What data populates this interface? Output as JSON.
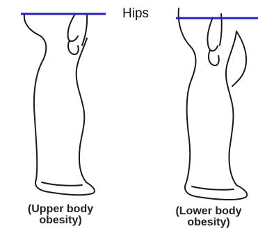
{
  "hips_label": "Hips",
  "captions": {
    "upper": {
      "line1": "(Upper body",
      "line2": "obesity)"
    },
    "lower": {
      "line1": "(Lower body",
      "line2": "obesity)"
    }
  },
  "colors": {
    "hip_line": "#2a1fbf",
    "outline": "#1a1a1a"
  }
}
